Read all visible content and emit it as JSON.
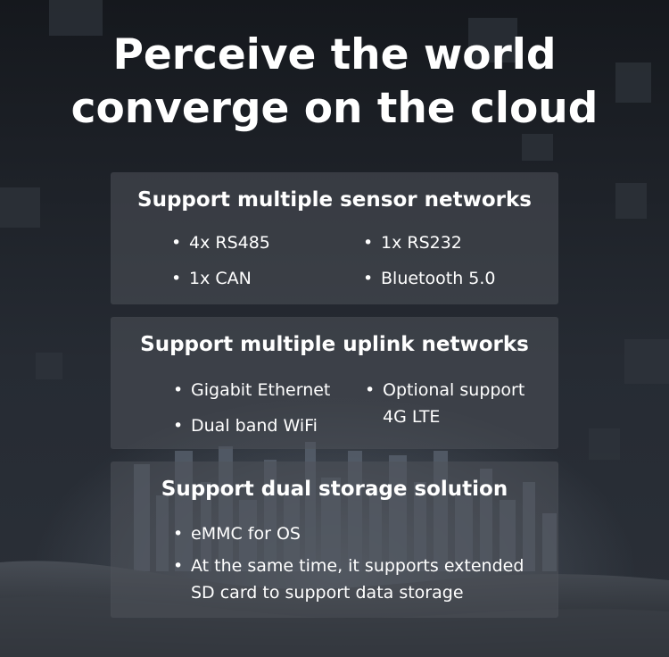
{
  "title": {
    "line1": "Perceive the world",
    "line2": "converge on the cloud"
  },
  "cards": [
    {
      "title": "Support multiple sensor networks",
      "items": [
        "4x RS485",
        "1x RS232",
        "1x CAN",
        "Bluetooth 5.0"
      ]
    },
    {
      "title": "Support multiple uplink networks",
      "items": [
        "Gigabit Ethernet",
        "Optional support",
        "4G LTE",
        "Dual band WiFi"
      ]
    },
    {
      "title": "Support dual storage solution",
      "items": [
        "eMMC for OS",
        "At the same time, it supports extended",
        "SD card to support data storage"
      ]
    }
  ]
}
